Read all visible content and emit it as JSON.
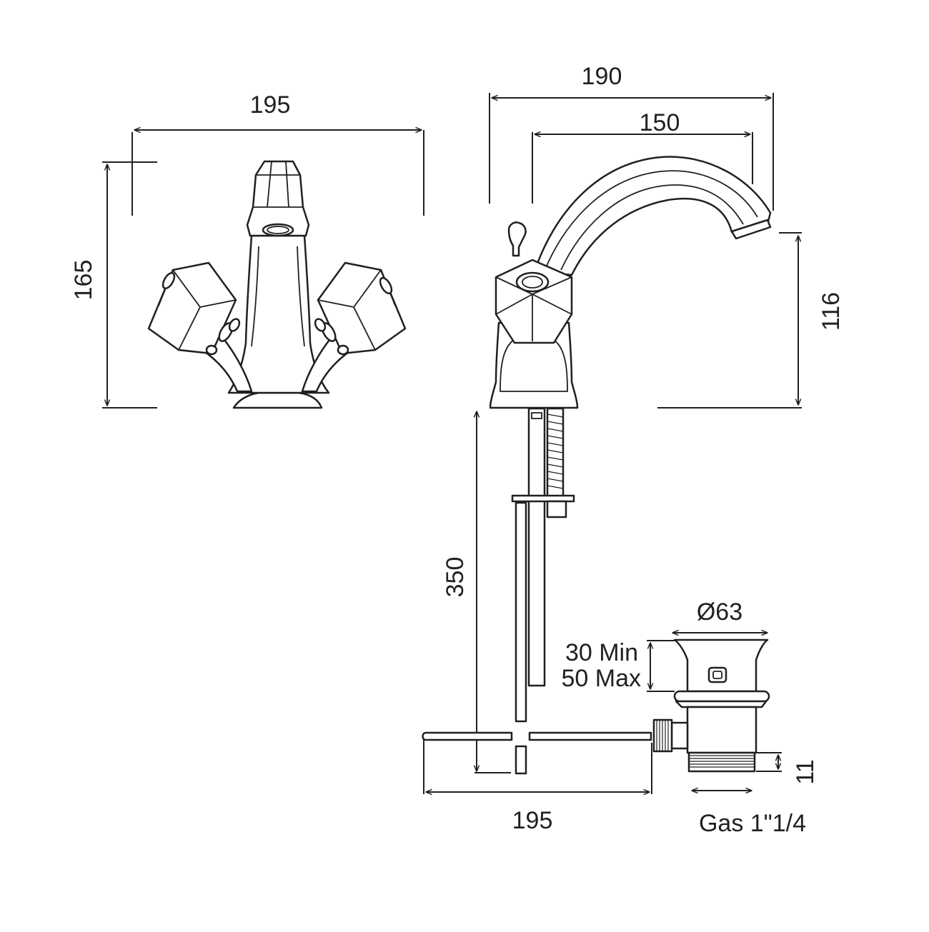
{
  "front_view": {
    "width_label": "195",
    "height_label": "165"
  },
  "side_view": {
    "overall_reach_label": "190",
    "spout_reach_label": "150",
    "spout_height_label": "116",
    "rod_length_label": "350",
    "deck_length_label": "195"
  },
  "waste_assembly": {
    "diameter_label": "Ø63",
    "min_thickness_label": "30 Min",
    "max_thickness_label": "50 Max",
    "thread_height_label": "11",
    "thread_size_label": "Gas 1\"1/4"
  },
  "colors": {
    "line": "#231f20",
    "background": "#ffffff"
  }
}
